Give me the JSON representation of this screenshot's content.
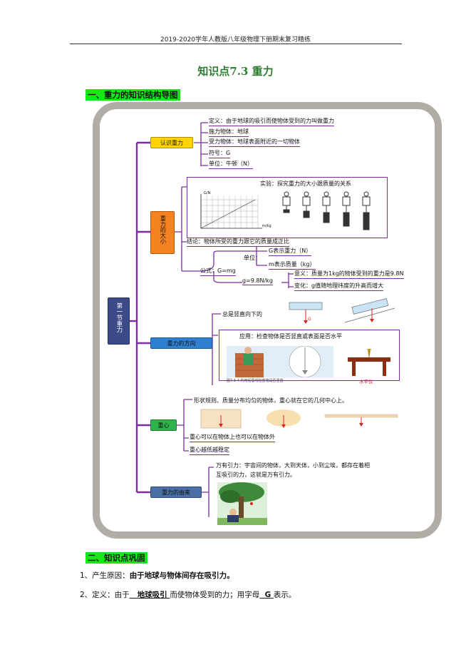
{
  "header": {
    "text": "2019-2020学年人教版八年级物理下册期末复习精练"
  },
  "title": "知识点7.3 重力",
  "section1": "一、重力的知识结构导图",
  "map": {
    "center": "第一节重力",
    "branch1": {
      "label": "认识重力",
      "items": [
        "定义：由于地球的吸引而使物体受到的力叫做重力",
        "施力物体：地球",
        "受力物体：地球表面附近的一切物体",
        "符号：G",
        "单位：牛顿（N）"
      ]
    },
    "branch2": {
      "label": "重力的大小",
      "experiment": "实验：探究重力的大小跟质量的关系",
      "graph_ylabel": "G/N",
      "graph_xlabel": "m/kg",
      "conclusion": "结论：物体所受的重力跟它的质量成正比",
      "formula": "公式：G=mg",
      "unit_label": "单位：",
      "unit_g": "G表示重力（N）",
      "unit_m": "m表示质量（kg）",
      "g_value": "g=9.8N/kg",
      "g_def": "意义：质量为1kg的物体受到的重力是9.8N",
      "g_change": "变化：g值随地理纬度的升高而增大"
    },
    "branch3": {
      "label": "重力的方向",
      "direction": "总是竖直向下的",
      "application": "应用：检查物体是否竖直或表面是否水平",
      "fig_caption": "图7.3-4  利用铅垂线检查墙是否竖直",
      "level_label": "水平仪",
      "arrow_label": "G"
    },
    "branch4": {
      "label": "重心",
      "desc": "形状规则、质量分布均匀的物体，重心就在它的几何中心上。",
      "item1": "重心可以在物体上也可以在物体外",
      "item2": "重心越低越稳定"
    },
    "branch5": {
      "label": "重力的由来",
      "desc_line1": "万有引力：宇宙间的物体，大到天体，小到尘埃，都存在着相",
      "desc_line2": "互吸引的力，这就是万有引力。"
    }
  },
  "section2": "二、知识点巩固",
  "q1": {
    "prefix": "1、产生原因：",
    "answer": "由于地球与物体间存在吸引力。"
  },
  "q2": {
    "prefix": "2、定义：由于",
    "blank1": "地球吸引",
    "middle": "而使物体受到的力；用字母",
    "blank2": "G",
    "suffix": "表示。"
  },
  "colors": {
    "title_green": "#2e7d32",
    "highlight": "#19e619",
    "branch_line": "#7b2ea0",
    "center_fill": "#3d4a8a",
    "yellow_node": "#ffd400",
    "orange_node": "#f58220",
    "blue_node": "#2f80d1",
    "green_node": "#2fb34a",
    "gray_node": "#4a6fa5"
  }
}
